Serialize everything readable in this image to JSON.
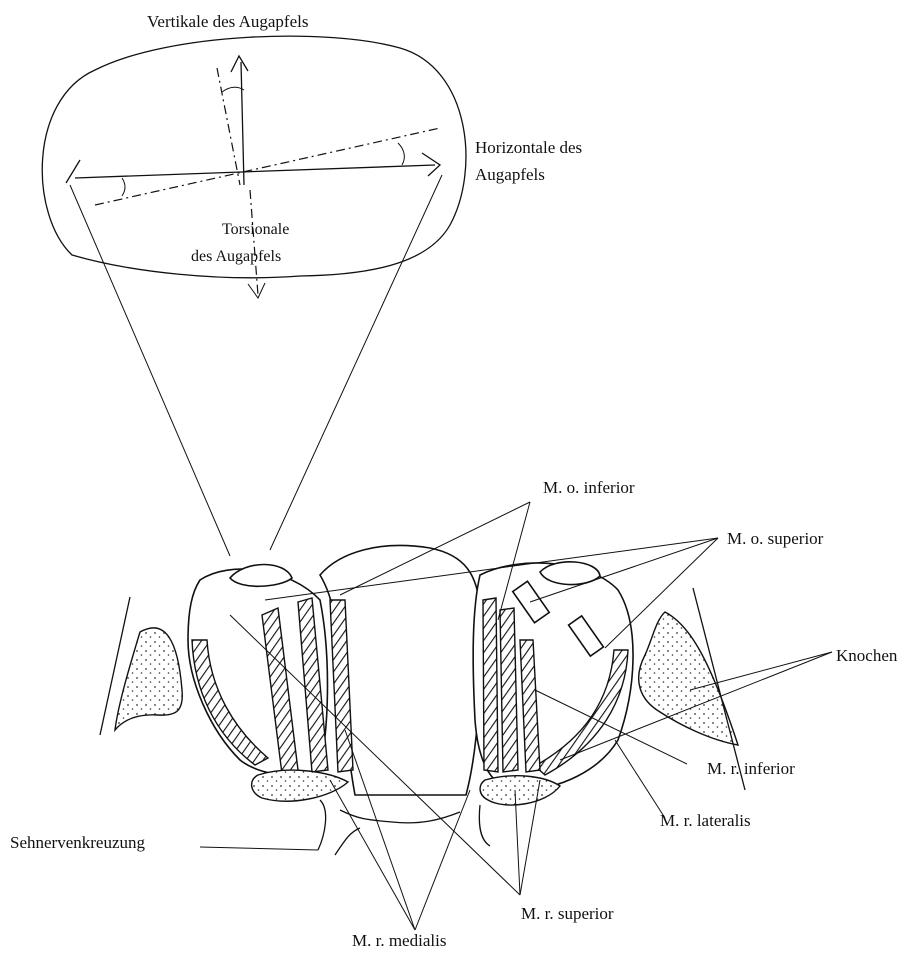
{
  "labels": {
    "vertikale": "Vertikale des Augapfels",
    "horizontale_1": "Horizontale des",
    "horizontale_2": "Augapfels",
    "torsionale_1": "Torsionale",
    "torsionale_2": "des Augapfels",
    "mo_inferior": "M. o. inferior",
    "mo_superior": "M. o. superior",
    "knochen": "Knochen",
    "mr_inferior": "M. r. inferior",
    "mr_lateralis": "M. r. lateralis",
    "sehnervenkreuzung": "Sehnervenkreuzung",
    "mr_superior": "M. r. superior",
    "mr_medialis": "M. r. medialis"
  }
}
